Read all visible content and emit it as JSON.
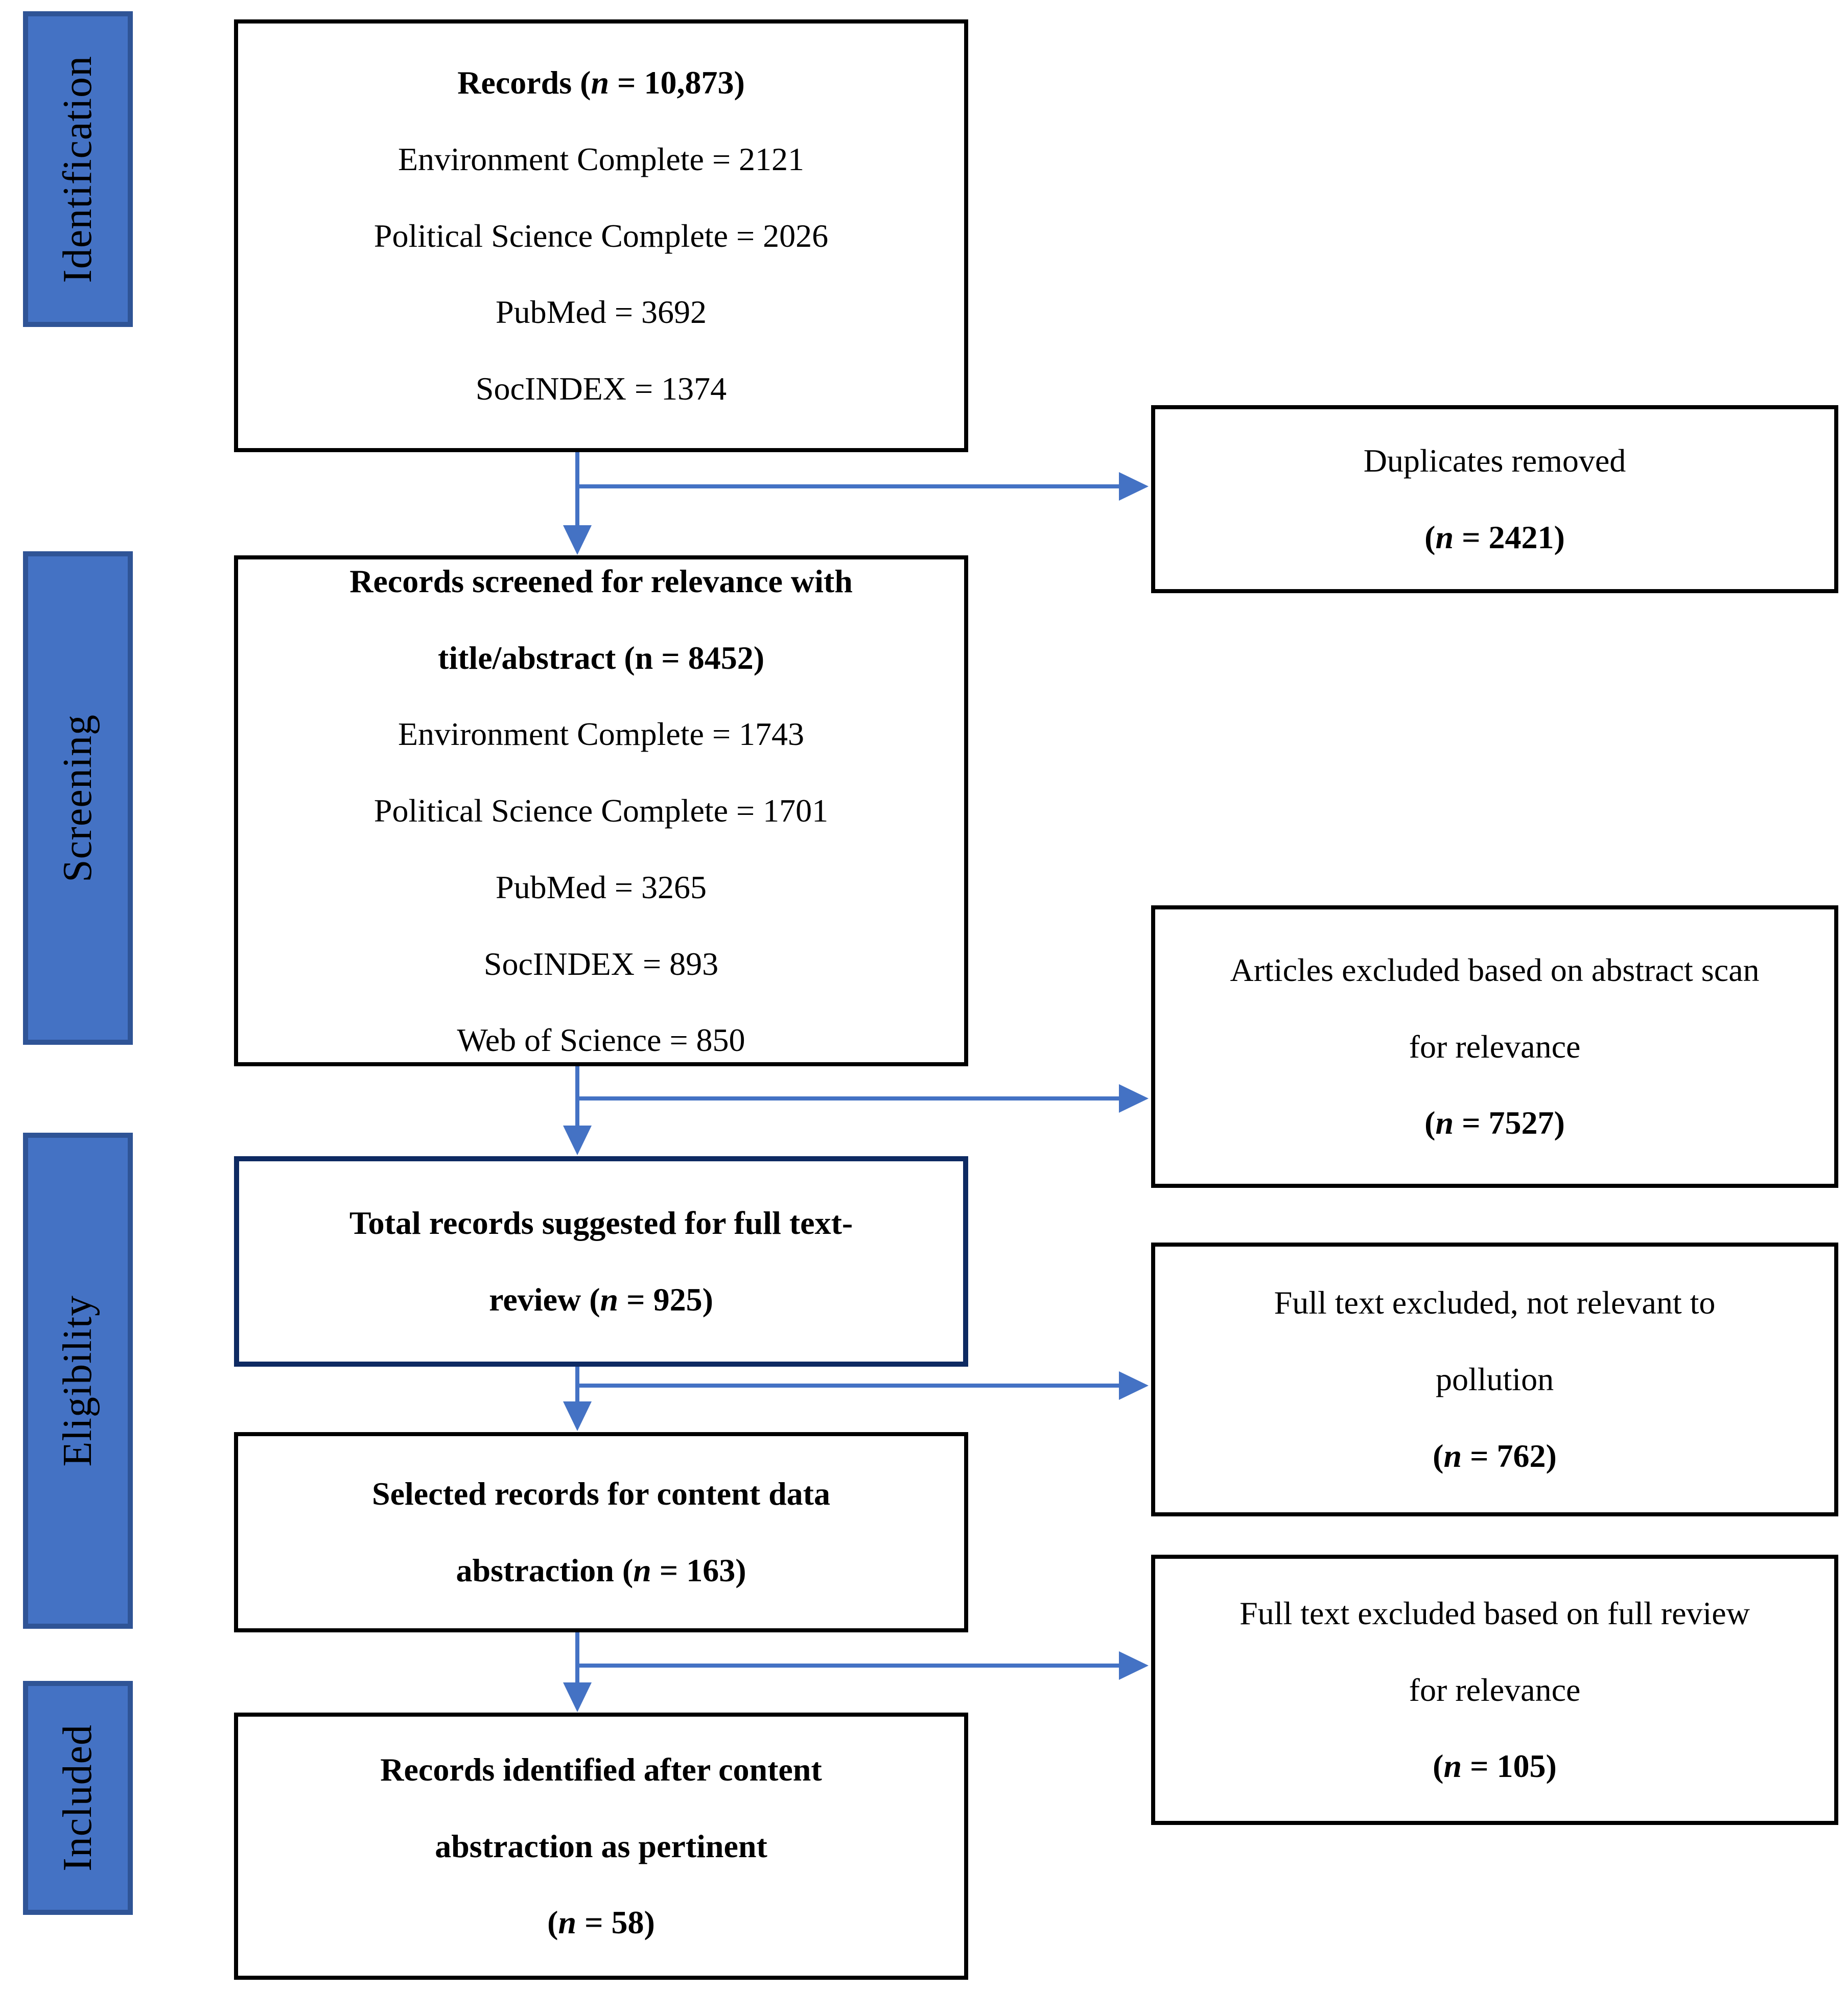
{
  "colors": {
    "stage_fill": "#4472C4",
    "stage_border": "#2F5496",
    "arrow": "#4472C4",
    "box_border": "#000000",
    "highlight_border": "#0E2A62"
  },
  "stages": [
    {
      "label": "Identification"
    },
    {
      "label": "Screening"
    },
    {
      "label": "Eligibility"
    },
    {
      "label": "Included"
    }
  ],
  "boxes": {
    "records": {
      "title": {
        "pre": "Records (",
        "n": "n",
        "post": " = 10,873)"
      },
      "lines": [
        "Environment Complete = 2121",
        "Political Science Complete = 2026",
        "PubMed = 3692",
        "SocINDEX = 1374"
      ]
    },
    "screened": {
      "title1": "Records screened for relevance with",
      "title2": "title/abstract (n = 8452)",
      "lines": [
        "Environment Complete = 1743",
        "Political Science Complete = 1701",
        "PubMed = 3265",
        "SocINDEX = 893",
        "Web of Science = 850"
      ]
    },
    "fulltext": {
      "line1": "Total records suggested for full text-",
      "line2": {
        "pre": "review (",
        "n": "n",
        "post": " = 925)"
      }
    },
    "selected": {
      "line1": "Selected records for content data",
      "line2": {
        "pre": "abstraction (",
        "n": "n",
        "post": " = 163)"
      }
    },
    "pertinent": {
      "line1": "Records identified after content",
      "line2": "abstraction as pertinent",
      "count": {
        "pre": "(",
        "n": "n",
        "post": " = 58)"
      }
    },
    "duplicates": {
      "line1": "Duplicates removed",
      "count": {
        "pre": "(",
        "n": "n",
        "post": " = 2421)"
      }
    },
    "abstract_excluded": {
      "line1": "Articles excluded based on abstract scan",
      "line2": "for relevance",
      "count": {
        "pre": "(",
        "n": "n",
        "post": " = 7527)"
      }
    },
    "pollution_excluded": {
      "line1": "Full text excluded, not relevant to",
      "line2": "pollution",
      "count": {
        "pre": "(",
        "n": "n",
        "post": " = 762)"
      }
    },
    "review_excluded": {
      "line1": "Full text excluded based on full review",
      "line2": "for relevance",
      "count": {
        "pre": "(",
        "n": "n",
        "post": " = 105)"
      }
    }
  }
}
